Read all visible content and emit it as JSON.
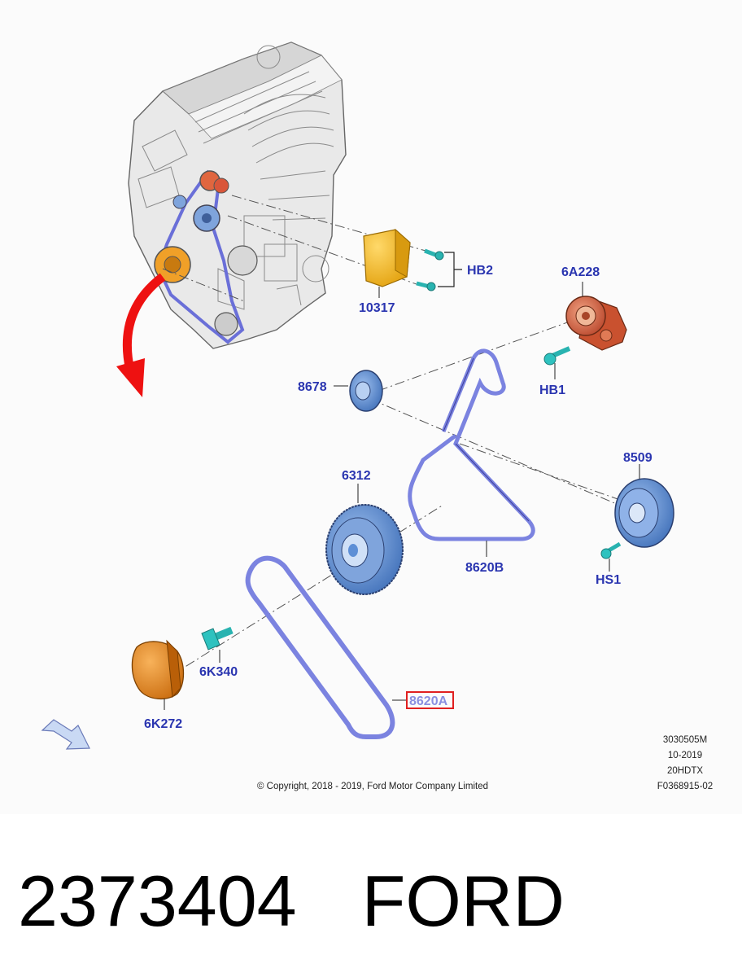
{
  "callouts": {
    "hb2": "HB2",
    "p10317": "10317",
    "p6a228": "6A228",
    "hb1": "HB1",
    "p8678": "8678",
    "p8509": "8509",
    "p6312": "6312",
    "p8620b": "8620B",
    "hs1": "HS1",
    "p6k340": "6K340",
    "p8620a": "8620A",
    "p6k272": "6K272"
  },
  "highlighted_part": "8620A",
  "colors": {
    "label": "#2a35b0",
    "belt": "#7b83e0",
    "highlight_box": "#e02020",
    "tensioner": "#d9623c",
    "cover": "#f2b417",
    "pulley": "#5d8fd6",
    "bolt": "#29b3b0",
    "damper_cover": "#e57f12",
    "arrow": "#ee1111"
  },
  "meta": {
    "line1": "3030505M",
    "line2": "10-2019",
    "line3": "20HDTX",
    "line4": "F0368915-02"
  },
  "copyright": "© Copyright, 2018 - 2019, Ford Motor Company Limited",
  "caption": {
    "part_number": "2373404",
    "brand": "FORD"
  }
}
